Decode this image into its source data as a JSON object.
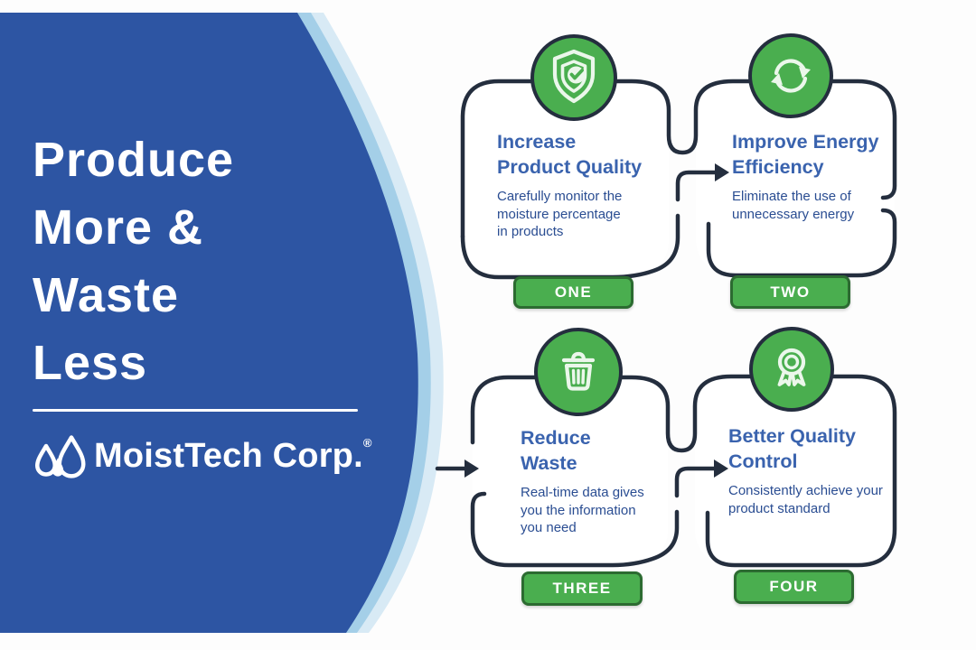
{
  "left_panel": {
    "headline_lines": [
      "Produce",
      "More &",
      "Waste",
      "Less"
    ],
    "brand": "MoistTech Corp.",
    "registered": "®"
  },
  "steps": [
    {
      "badge": "ONE",
      "icon": "shield-check-icon",
      "title_lines": [
        "Increase",
        "Product Quality"
      ],
      "body_lines": [
        "Carefully monitor the",
        "moisture percentage",
        "in products"
      ]
    },
    {
      "badge": "TWO",
      "icon": "sync-arrows-icon",
      "title_lines": [
        "Improve Energy",
        "Efficiency"
      ],
      "body_lines": [
        "Eliminate the use of",
        "unnecessary energy"
      ]
    },
    {
      "badge": "THREE",
      "icon": "trash-icon",
      "title_lines": [
        "Reduce",
        "Waste"
      ],
      "body_lines": [
        "Real-time data gives",
        "you the information",
        "you need"
      ]
    },
    {
      "badge": "FOUR",
      "icon": "award-ribbon-icon",
      "title_lines": [
        "Better Quality",
        "Control"
      ],
      "body_lines": [
        "Consistently achieve your",
        "product standard"
      ]
    }
  ],
  "colors": {
    "panel_blue": "#2d55a3",
    "stripe_mid": "#a4cfe8",
    "stripe_light": "#d8eaf5",
    "green": "#4aae4f",
    "outline": "#242e3e",
    "title_blue": "#3a63ae",
    "body_blue": "#2a4d92",
    "tab_border": "#2c6b31"
  }
}
